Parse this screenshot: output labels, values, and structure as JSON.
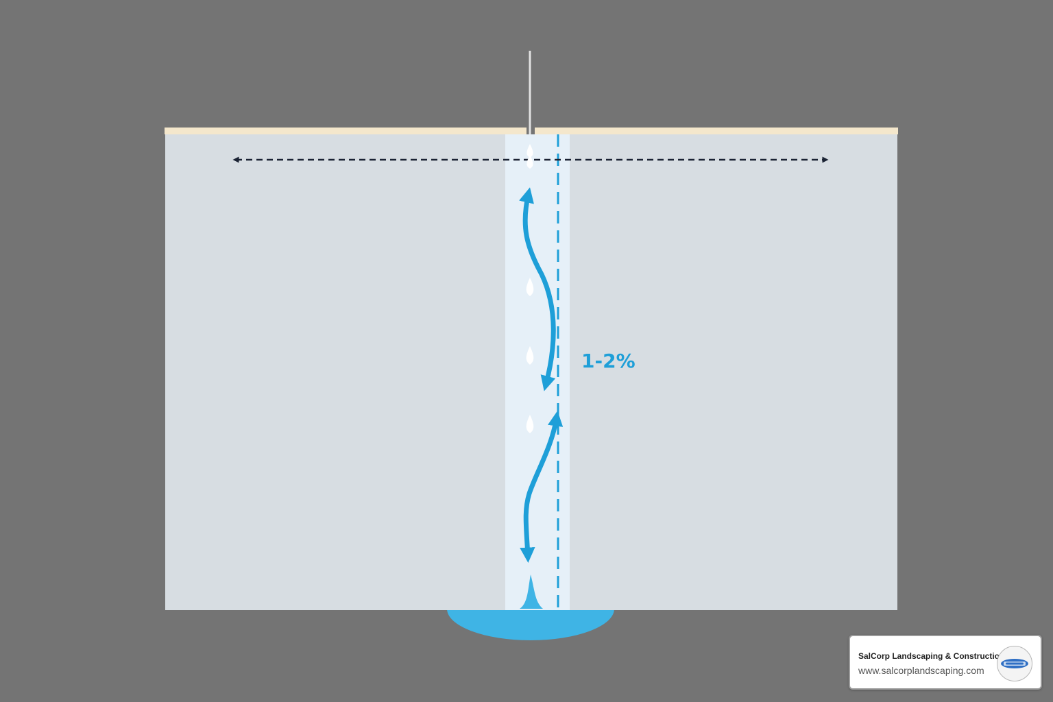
{
  "diagram": {
    "slope_label": "1-2%",
    "colors": {
      "background": "#747474",
      "slab": "#d7dde2",
      "joint_channel": "#e6f0f8",
      "top_layer": "#f4e7cc",
      "water": "#3fb4e5",
      "arrow_blue": "#1e9fd8",
      "dimension_arrow": "#1a2233"
    },
    "icons": [
      "water-drop-icon",
      "bidirectional-arrow-icon",
      "curved-arrow-icon"
    ]
  },
  "brand": {
    "name": "SalCorp Landscaping & Construction",
    "url": "www.salcorplandscaping.com",
    "logo_icon": "salcorp-logo-icon"
  }
}
